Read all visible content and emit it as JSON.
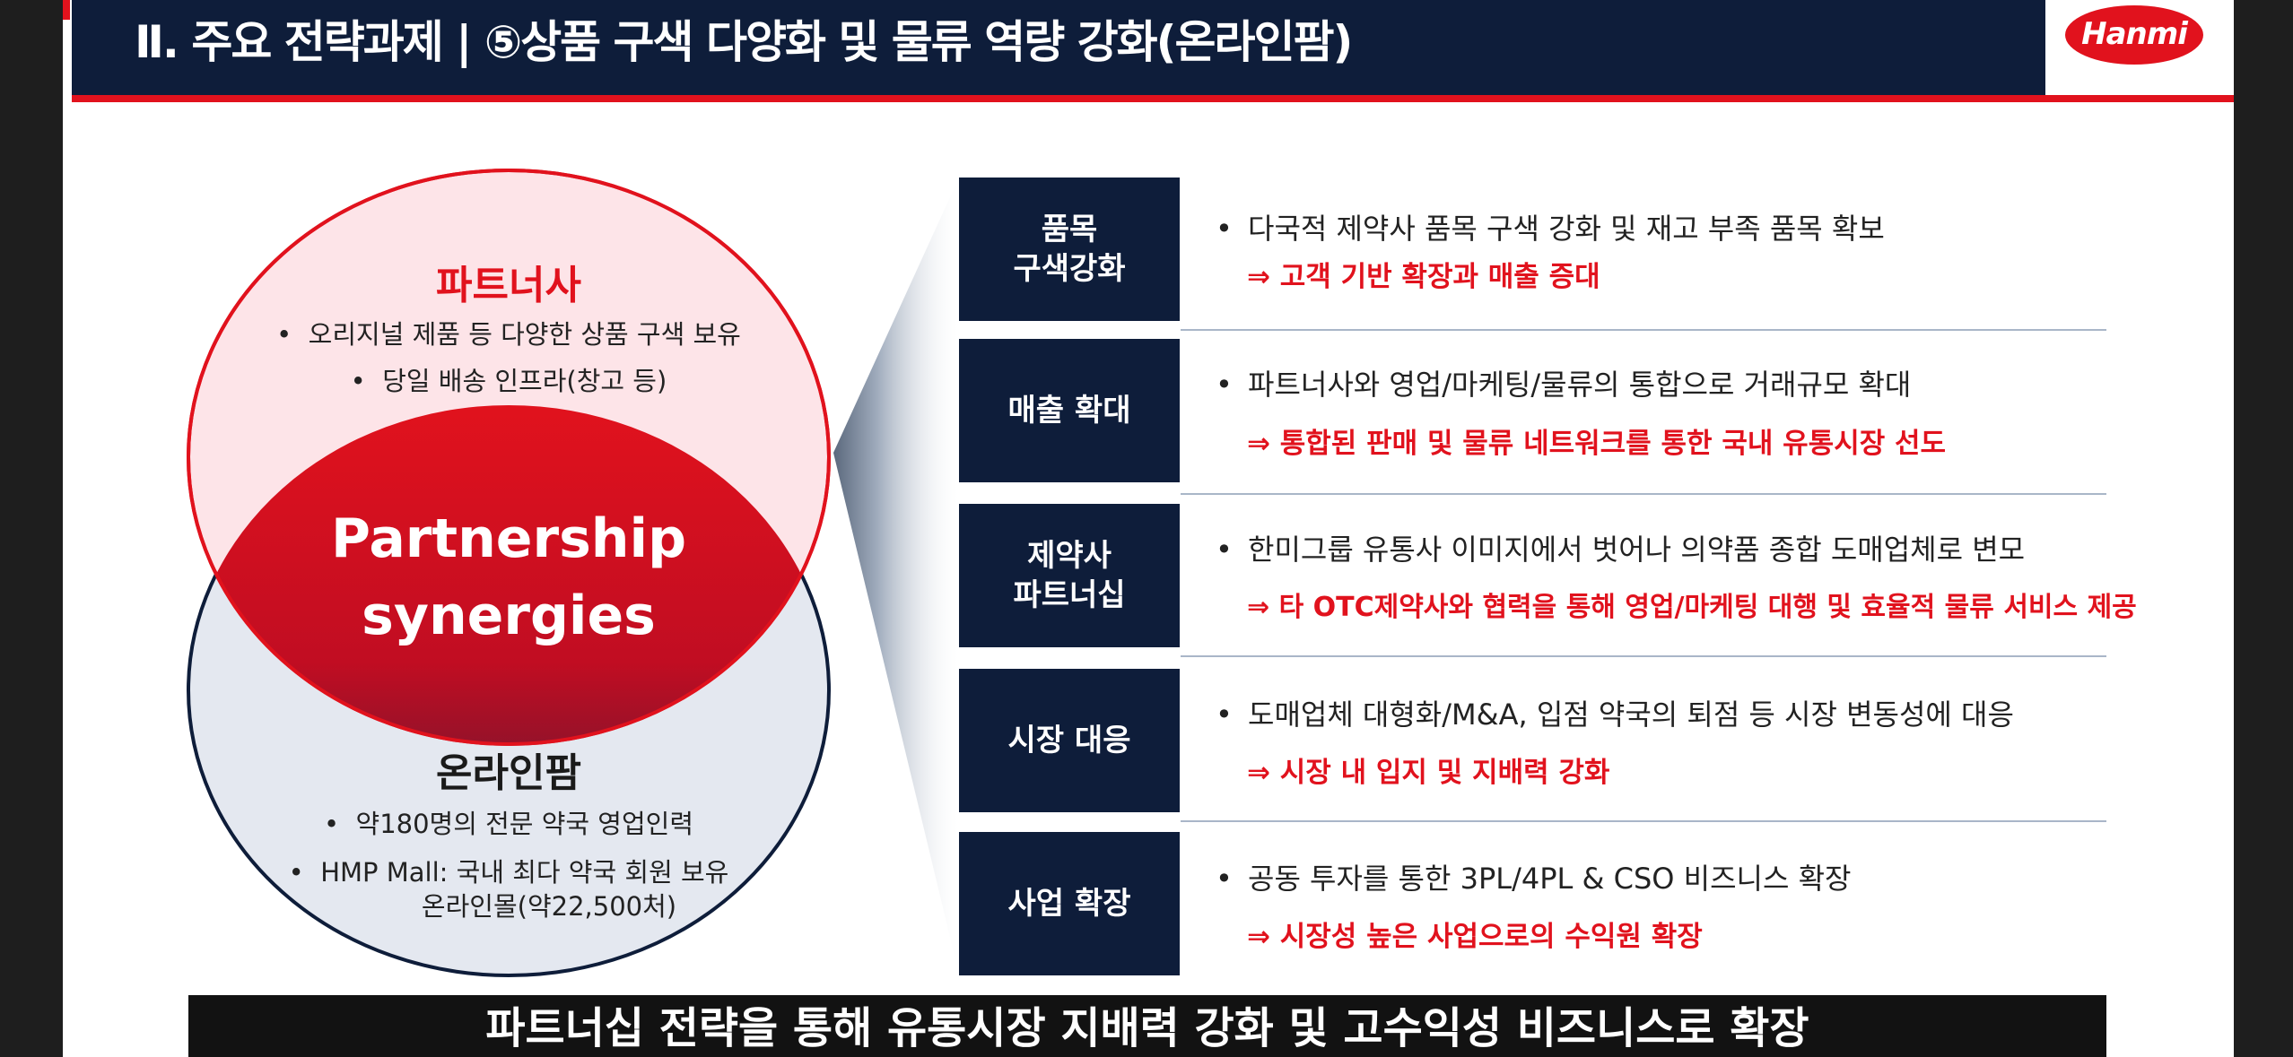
{
  "header": {
    "title": "Ⅱ. 주요 전략과제 | ⑤상품 구색 다양화 및 물류 역량 강화(온라인팜)",
    "logo_text": "Hanmi"
  },
  "venn": {
    "top": {
      "title": "파트너사",
      "bullets": [
        "오리지널 제품 등 다양한 상품 구색 보유",
        "당일 배송 인프라(창고 등)"
      ]
    },
    "center": {
      "line1": "Partnership",
      "line2": "synergies"
    },
    "bottom": {
      "title": "온라인팜",
      "bullets": [
        "약180명의 전문 약국 영업인력",
        "HMP Mall: 국내 최다 약국 회원 보유",
        "온라인몰(약22,500처)"
      ]
    }
  },
  "rows": [
    {
      "label": "품목\n구색강화",
      "desc": "다국적 제약사 품목 구색 강화 및 재고 부족 품목 확보",
      "result": "⇒ 고객 기반 확장과 매출 증대"
    },
    {
      "label": "매출 확대",
      "desc": "파트너사와 영업/마케팅/물류의 통합으로 거래규모 확대",
      "result": "⇒ 통합된 판매 및 물류 네트워크를 통한 국내 유통시장 선도"
    },
    {
      "label": "제약사\n파트너십",
      "desc": "한미그룹 유통사 이미지에서 벗어나 의약품 종합 도매업체로 변모",
      "result": "⇒ 타 OTC제약사와 협력을 통해 영업/마케팅 대행 및 효율적 물류 서비스 제공"
    },
    {
      "label": "시장 대응",
      "desc": "도매업체 대형화/M&A, 입점 약국의 퇴점 등 시장 변동성에 대응",
      "result": "⇒ 시장 내 입지 및 지배력 강화"
    },
    {
      "label": "사업 확장",
      "desc": "공동 투자를 통한 3PL/4PL & CSO 비즈니스 확장",
      "result": "⇒ 시장성 높은 사업으로의 수익원 확장"
    }
  ],
  "bottom_bar": {
    "text": "파트너십 전략을 통해 유통시장 지배력 강화 및 고수익성 비즈니스로 확장"
  },
  "colors": {
    "navy": "#0e1d3a",
    "red": "#e1121d",
    "pink": "#fde4e8",
    "lavender": "#e4e8f0"
  }
}
